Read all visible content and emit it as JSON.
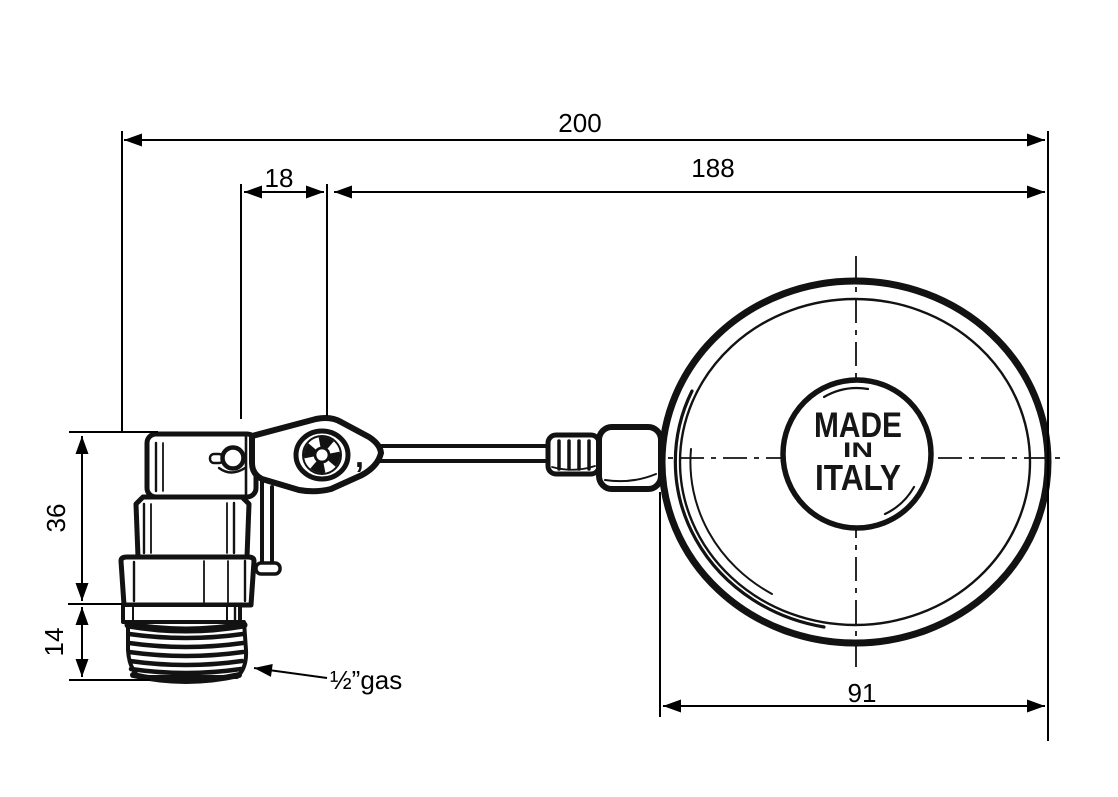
{
  "dimensions": {
    "overall_length": "200",
    "arm_length": "188",
    "pivot_offset": "18",
    "body_height": "36",
    "thread_length": "14",
    "float_diameter": "91"
  },
  "labels": {
    "thread_size": "½”gas",
    "stamp_line1": "MADE",
    "stamp_line2": "IN",
    "stamp_line3": "ITALY"
  },
  "colors": {
    "ink": "#121212",
    "dimension_ink": "#000000",
    "background": "#ffffff"
  }
}
